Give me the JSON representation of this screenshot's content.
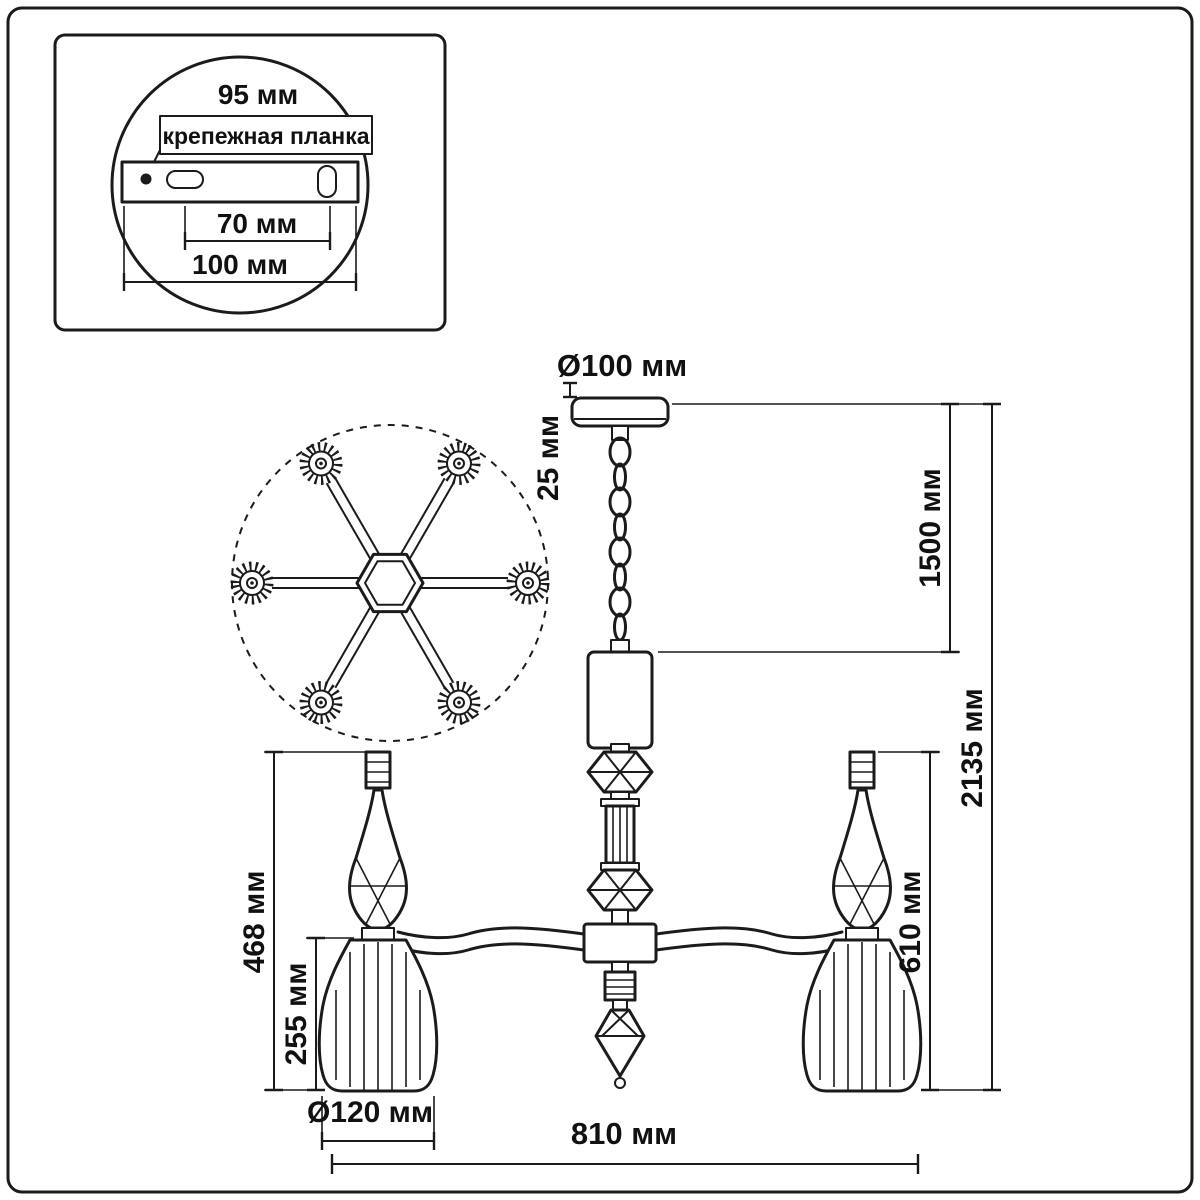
{
  "colors": {
    "line": "#1b1b1b",
    "background": "#ffffff"
  },
  "mount_detail": {
    "dim_width_95": "95 мм",
    "plate_label": "крепежная планка",
    "dim_holes_70": "70 мм",
    "dim_overall_100": "100 мм"
  },
  "dimensions": {
    "canopy_diameter": "Ø100 мм",
    "canopy_height": "25 мм",
    "suspension_length": "1500 мм",
    "overall_height": "2135 мм",
    "fixture_height": "610 мм",
    "arm_lamp_height": "468 мм",
    "shade_height": "255 мм",
    "shade_diameter": "Ø120 мм",
    "fixture_width": "810 мм"
  }
}
